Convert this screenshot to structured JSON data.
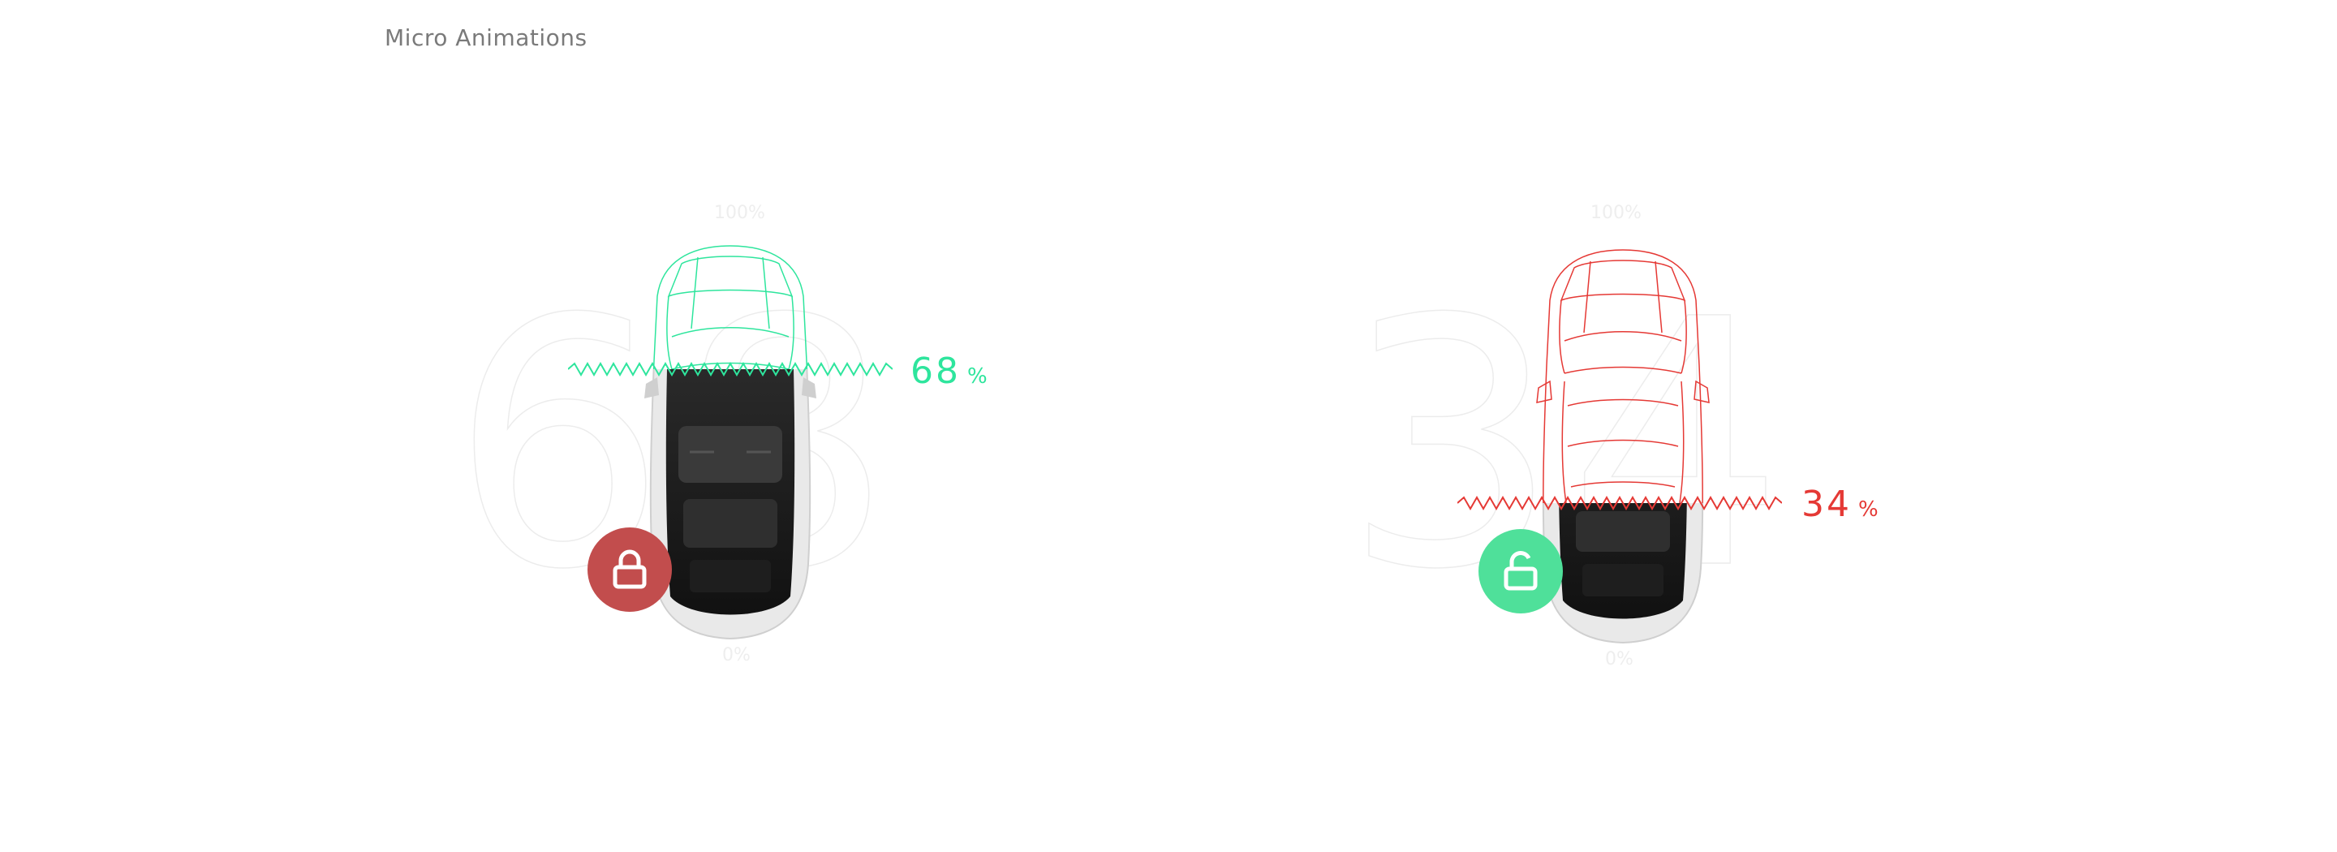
{
  "page": {
    "title": "Micro Animations"
  },
  "cards": [
    {
      "big_number": "68",
      "percent_value": "68",
      "percent_unit": "%",
      "scale_top": "100%",
      "scale_bottom": "0%",
      "level": 0.68,
      "accent_color": "#2ee59d",
      "lock_state": "locked",
      "lock_icon": "lock-closed-icon",
      "lock_color": "#c24d4d"
    },
    {
      "big_number": "34",
      "percent_value": "34",
      "percent_unit": "%",
      "scale_top": "100%",
      "scale_bottom": "0%",
      "level": 0.34,
      "accent_color": "#e53935",
      "lock_state": "unlocked",
      "lock_icon": "lock-open-icon",
      "lock_color": "#4fe09a"
    }
  ]
}
